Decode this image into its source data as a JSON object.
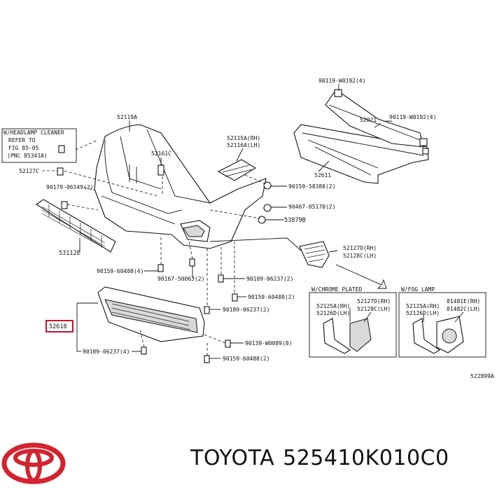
{
  "diagram": {
    "labels": {
      "l_52119A": "52119A",
      "l_52161C": "52161C",
      "l_52115A": "52115A(RH)",
      "l_52116A": "52116A(LH)",
      "l_52021": "52021",
      "l_52611": "52611",
      "l_90119_top": "90119-W0192(4)",
      "l_90119_right": "90119-W0192(4)",
      "l_90159_58388": "90159-58388(2)",
      "l_90467": "90467-05170(2)",
      "l_53879B": "53879B",
      "l_headlamp_1": "W/HEADLAMP CLEANER",
      "l_headlamp_2": "REFER TO",
      "l_headlamp_3": "FIG 85-05",
      "l_headlamp_4": "(PNC 85341A)",
      "l_52127C": "52127C",
      "l_90179": "90179-06349(2)",
      "l_53112E": "53112E",
      "l_90159_60488_4": "90159-60488(4)",
      "l_90167": "90167-50063(2)",
      "l_90189_top": "90189-06237(2)",
      "l_90159_60488_2a": "90159-60488(2)",
      "l_90189_mid": "90189-06237(2)",
      "l_52618": "52618",
      "l_90139": "90139-W0089(8)",
      "l_90189_bottom": "90189-06237(4)",
      "l_90159_60488_2b": "90159-60488(2)",
      "l_52127D": "52127D(RH)",
      "l_52128C": "52128C(LH)",
      "l_chrome": "W/CHROME PLATED",
      "l_fog": "W/FOG LAMP",
      "l_52125A_c": "52125A(RH)",
      "l_52126D_c": "52126D(LH)",
      "l_52127D_c": "52127D(RH)",
      "l_52128C_c": "52128C(LH)",
      "l_52125A_f": "52125A(RH)",
      "l_52126D_f": "52126D(LH)",
      "l_81481E": "81481E(RH)",
      "l_81482C": "81482C(LH)",
      "l_ref": "522899A"
    }
  },
  "footer": {
    "logo_icon": "toyota-logo",
    "brand": "TOYOTA",
    "part_number": "525410K010C0"
  },
  "colors": {
    "logo_red": "#d3232f",
    "highlight_box": "#c8102e"
  }
}
